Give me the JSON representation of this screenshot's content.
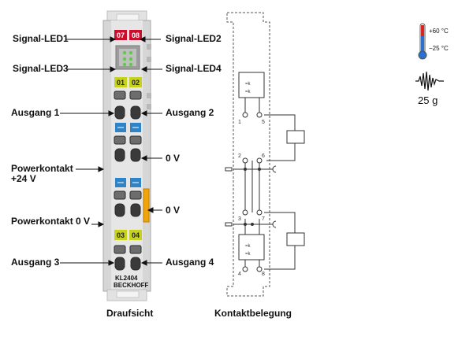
{
  "labels": {
    "signal_led1": "Signal-LED1",
    "signal_led2": "Signal-LED2",
    "signal_led3": "Signal-LED3",
    "signal_led4": "Signal-LED4",
    "ausgang1": "Ausgang 1",
    "ausgang2": "Ausgang 2",
    "zero_v_top": "0 V",
    "powerkontakt_24v_l1": "Powerkontakt",
    "powerkontakt_24v_l2": "+24 V",
    "zero_v_mid": "0 V",
    "powerkontakt_0v": "Powerkontakt 0 V",
    "ausgang3": "Ausgang 3",
    "ausgang4": "Ausgang 4"
  },
  "module": {
    "led_tags": [
      "07",
      "08"
    ],
    "channel_tags_top": [
      "01",
      "02"
    ],
    "channel_tags_bottom": [
      "03",
      "04"
    ],
    "model": "KL2404",
    "brand": "BECKHOFF"
  },
  "terminal_numbers": {
    "t1": "1",
    "t5": "5",
    "t2": "2",
    "t6": "6",
    "t3": "3",
    "t7": "7",
    "t4": "4",
    "t8": "8"
  },
  "specs": {
    "temp_high": "+60 °C",
    "temp_low": "−25 °C",
    "weight": "25 g"
  },
  "captions": {
    "left": "Draufsicht",
    "right": "Kontaktbelegung"
  },
  "colors": {
    "led_red": "#c8102e",
    "tag_yellow": "#c7d21e",
    "tag_blue": "#2f84c7",
    "contact_orange": "#f0a30a",
    "module_grey": "#d4d4d4"
  }
}
